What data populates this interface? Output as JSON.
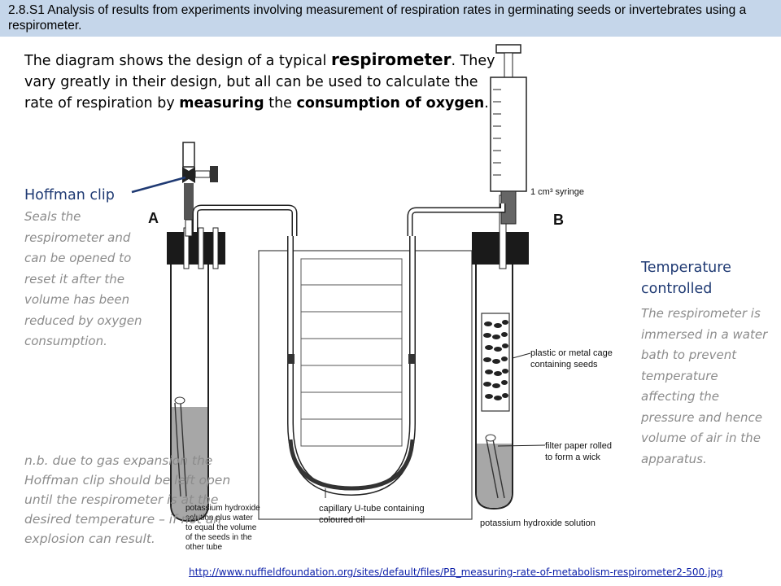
{
  "header": {
    "text": "2.8.S1 Analysis of results from experiments involving measurement of respiration rates in germinating seeds or invertebrates using a respirometer."
  },
  "intro": {
    "part1": "The diagram shows the design of a typical ",
    "respirometer": "respirometer",
    "part2": ". They vary greatly in their design, but all can be used to calculate the rate of respiration by ",
    "measuring": "measuring",
    "part3": " the ",
    "consumption": "consumption of oxygen",
    "part4": "."
  },
  "hoffman": {
    "title": "Hoffman clip",
    "desc": "Seals the respirometer and can be opened to reset it after the volume has been reduced by oxygen consumption."
  },
  "temperature": {
    "title": "Temperature controlled",
    "desc": "The respirometer is immersed in a water bath to prevent temperature affecting the pressure and hence volume of air in the apparatus."
  },
  "note": "n.b. due to gas expansion the Hoffman clip should be left open until the respirometer is at the desired temperature – if not an explosion can result.",
  "url": "http://www.nuffieldfoundation.org/sites/default/files/PB_measuring-rate-of-metabolism-respirometer2-500.jpg",
  "diagram": {
    "label_a": "A",
    "label_b": "B",
    "syringe": "1 cm³ syringe",
    "cage_line1": "plastic or metal cage",
    "cage_line2": "containing seeds",
    "filter_line1": "filter paper rolled",
    "filter_line2": "to form a wick",
    "koh": "potassium hydroxide solution",
    "utube_line1": "capillary U-tube containing",
    "utube_line2": "coloured oil",
    "tube_a_line1": "potassium hydroxide",
    "tube_a_line2": "solution plus water",
    "tube_a_line3": "to equal the volume",
    "tube_a_line4": "of the seeds in the",
    "tube_a_line5": "other tube"
  }
}
